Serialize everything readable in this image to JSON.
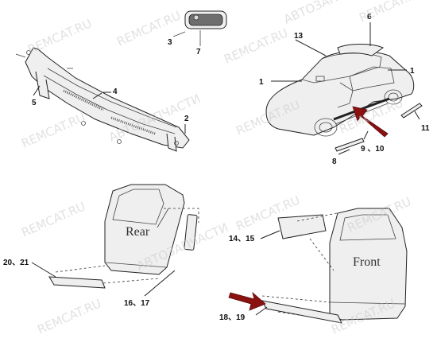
{
  "watermark": "REMCAT.RU",
  "watermark_cyr": "АВТОЗАПЧАСТИ",
  "labels": {
    "l1a": "1",
    "l1b": "1",
    "l2": "2",
    "l3": "3",
    "l4": "4",
    "l5": "5",
    "l6": "6",
    "l7": "7",
    "l8": "8",
    "l9_10": "9 、10",
    "l11": "11",
    "l13": "13",
    "l14_15": "14、15",
    "l16_17": "16、17",
    "l18_19": "18、19",
    "l20_21": "20、21"
  },
  "door_text": {
    "rear": "Rear",
    "front": "Front"
  },
  "colors": {
    "arrow": "#8b1010",
    "line": "#222222"
  }
}
